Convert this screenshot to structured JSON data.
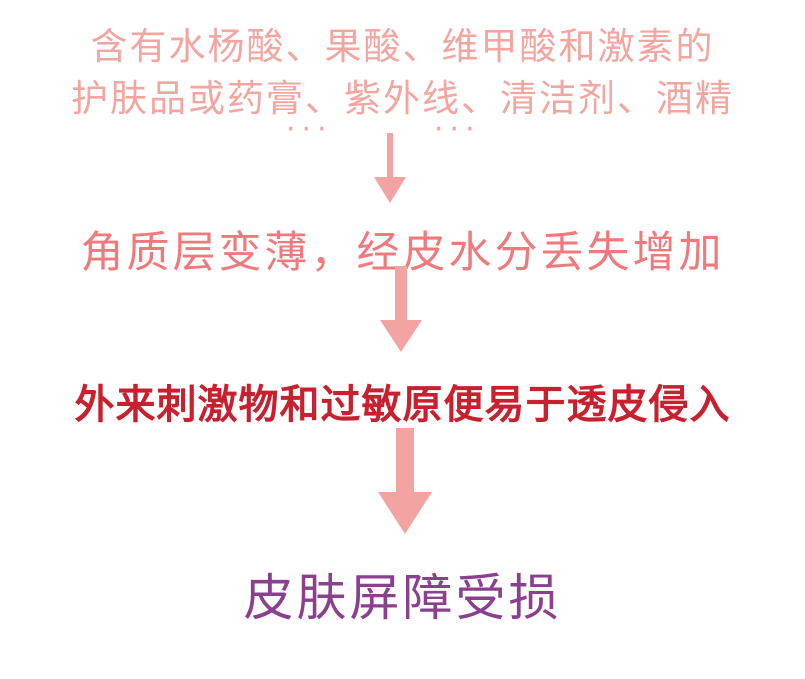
{
  "steps": [
    {
      "line1": "含有水杨酸、果酸、维甲酸和激素的",
      "line2": "护肤品或药膏、紫外线、清洁剂、酒精",
      "ellipsis_left": "···",
      "ellipsis_right": "···",
      "color": "#f3a5a0"
    },
    {
      "text": "角质层变薄，经皮水分丢失增加",
      "color": "#f0797b"
    },
    {
      "text": "外来刺激物和过敏原便易于透皮侵入",
      "color": "#c8202e"
    },
    {
      "text": "皮肤屏障受损",
      "color": "#8b3f8f"
    }
  ],
  "arrow_color": "#f4a3a3",
  "icons": [
    "arrow-down-icon"
  ]
}
